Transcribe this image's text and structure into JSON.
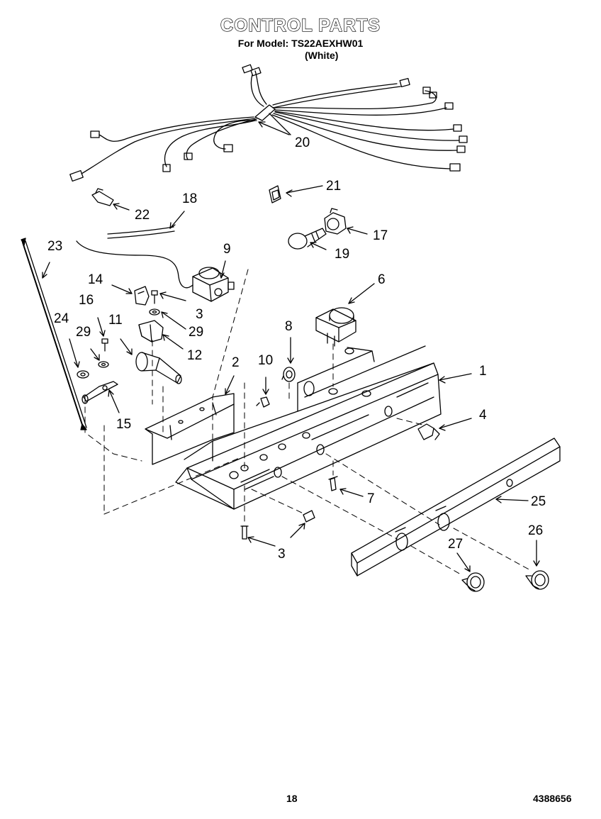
{
  "header": {
    "title": "CONTROL PARTS",
    "model_line": "For Model: TS22AEXHW01",
    "color_line": "(White)"
  },
  "callouts": [
    "20",
    "21",
    "22",
    "18",
    "17",
    "19",
    "23",
    "9",
    "14",
    "3",
    "16",
    "29",
    "11",
    "12",
    "24",
    "29",
    "6",
    "8",
    "10",
    "2",
    "1",
    "15",
    "4",
    "7",
    "25",
    "3",
    "26",
    "27"
  ],
  "footer": {
    "page_number": "18",
    "doc_code": "4388656"
  }
}
